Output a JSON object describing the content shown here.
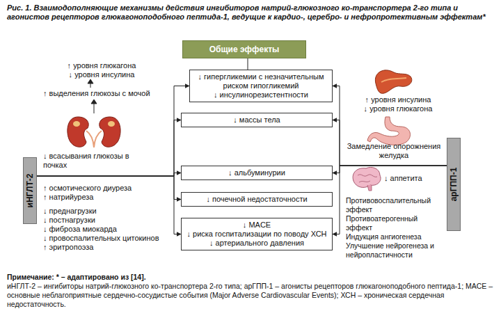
{
  "diagram": {
    "title": "Рис. 1. Взаимодополняющие механизмы действия ингибиторов натрий-глюкозного ко-транспортера 2-го типа и агонистов рецепторов глюкагоноподобного пептида-1, ведущие к кардио-, церебро- и нефропротективным эффектам*",
    "nodes": [
      {
        "text": [
          "Общие эффекты"
        ]
      },
      {
        "text": [
          "↓ гипергликемии с незначительным риском гипогликемий",
          "↓ инсулинорезистентности"
        ]
      },
      {
        "text": [
          "↓ массы тела"
        ]
      },
      {
        "text": [
          "↓ альбуминурии"
        ]
      },
      {
        "text": [
          "↓ почечной недостаточности"
        ]
      },
      {
        "text": [
          "↓ MACE",
          "↓ риска госпитализации по поводу ХСН",
          "↓ артериального давления"
        ]
      },
      {
        "text": [
          "иНГЛТ-2"
        ]
      },
      {
        "text": [
          "арГПП-1"
        ]
      }
    ],
    "edges": [
      {
        "from": 0,
        "to": 1,
        "arrow": "none"
      },
      {
        "from": 6,
        "to": 1,
        "arrow": "to"
      },
      {
        "from": 6,
        "to": 2,
        "arrow": "to"
      },
      {
        "from": 6,
        "to": 3,
        "arrow": "to"
      },
      {
        "from": 6,
        "to": 4,
        "arrow": "to"
      },
      {
        "from": 6,
        "to": 5,
        "arrow": "to"
      },
      {
        "from": 7,
        "to": 1,
        "arrow": "to"
      },
      {
        "from": 7,
        "to": 2,
        "arrow": "to"
      },
      {
        "from": 7,
        "to": 3,
        "arrow": "to"
      },
      {
        "from": 7,
        "to": 5,
        "arrow": "to"
      }
    ],
    "labels": [
      "↑ уровня глюкагона",
      "↓ уровня инсулина",
      "↑ выделения глюкозы с мочой",
      "↓ всасывания глюкозы в почках",
      "↑ осмотического диуреза",
      "↑ натрийуреза",
      "↓ преднагрузки",
      "↓ постнагрузки",
      "↓ фиброза миокарда",
      "↓ провоспалительных цитокинов",
      "↑ эритропоэза",
      "↑ уровня инсулина",
      "↓ уровня глюкагона",
      "Замедление опорожнения желудка",
      "↓ аппетита",
      "Противовоспалительный эффект",
      "Противоатерогенный эффект",
      "Индукция ангиогенеза",
      "Улучшение нейрогенеза и нейропластичности",
      "Примечание: * – адаптировано из [14].",
      "иНГЛТ-2 – ингибиторы натрий-глюкозного ко-транспортера 2-го типа; арГПП-1 – агонисты рецепторов глюкагоноподобного пептида-1; MACE – основные неблагоприятные сердечно-сосудистые события (Major Adverse Cardiovascular Events); ХСН – хроническая сердечная недостаточность."
    ]
  }
}
